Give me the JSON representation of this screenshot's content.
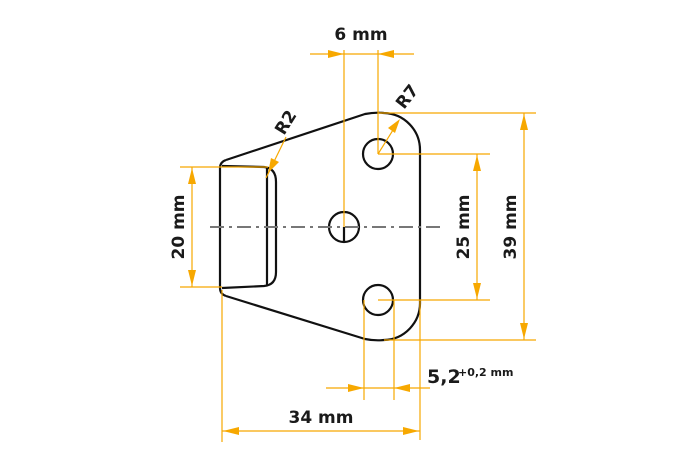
{
  "drawing": {
    "colors": {
      "dimension": "#f7a800",
      "outline": "#111111",
      "centerline": "#777777",
      "text": "#1a1a1a",
      "background": "#ffffff"
    },
    "dimensions": {
      "hole_spacing_horizontal": "6 mm",
      "corner_radius_large": "R7",
      "corner_radius_small": "R2",
      "flange_height": "20 mm",
      "hole_spacing_vertical": "25 mm",
      "overall_height": "39 mm",
      "hole_diameter": "5,2",
      "hole_diameter_tolerance": "+0,2 mm",
      "overall_width": "34 mm"
    }
  }
}
